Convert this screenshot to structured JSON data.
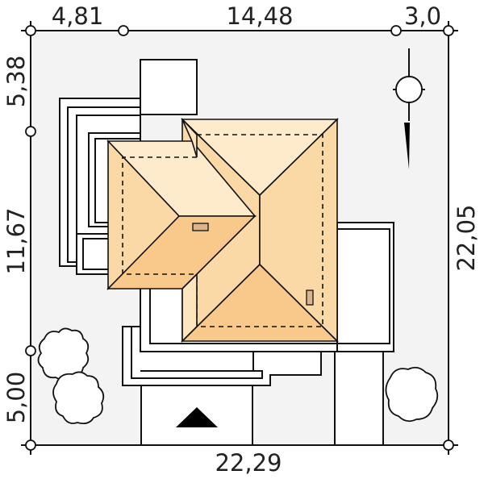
{
  "dimensions": {
    "top": [
      "4,81",
      "14,48",
      "3,0"
    ],
    "left": [
      "5,38",
      "11,67",
      "5,00"
    ],
    "right": "22,05",
    "bottom": "22,29"
  },
  "colors": {
    "plot": "#f3f3f3",
    "roof_light": "#fdebcc",
    "roof_mid": "#fbd9a6",
    "roof_dark": "#f8c98a",
    "skylight": "#d9b48c"
  },
  "icons": {
    "north_arrow": "north-arrow-icon",
    "entrance": "entrance-triangle-icon"
  }
}
